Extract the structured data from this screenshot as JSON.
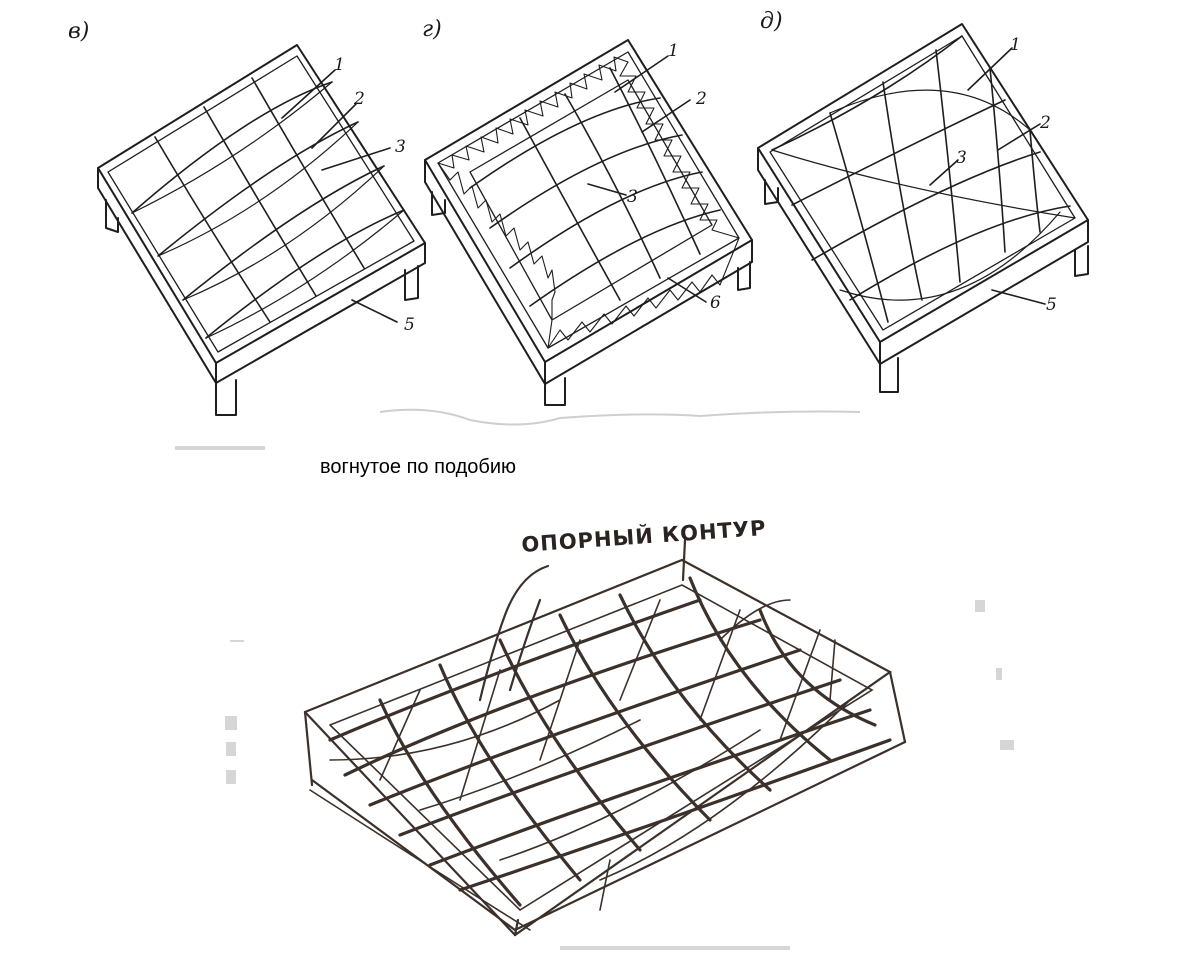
{
  "diagrams": [
    {
      "letter": "в)",
      "callouts": [
        "1",
        "2",
        "3",
        "5"
      ]
    },
    {
      "letter": "г)",
      "callouts": [
        "1",
        "2",
        "3",
        "6"
      ]
    },
    {
      "letter": "д)",
      "callouts": [
        "1",
        "2",
        "3",
        "5"
      ]
    }
  ],
  "caption": "вогнутое по подобию",
  "sketch": {
    "label": "ОПОРНЫЙ КОНТУР"
  },
  "colors": {
    "ink": "#1e1e1e",
    "sketch_ink": "#3b302a"
  }
}
